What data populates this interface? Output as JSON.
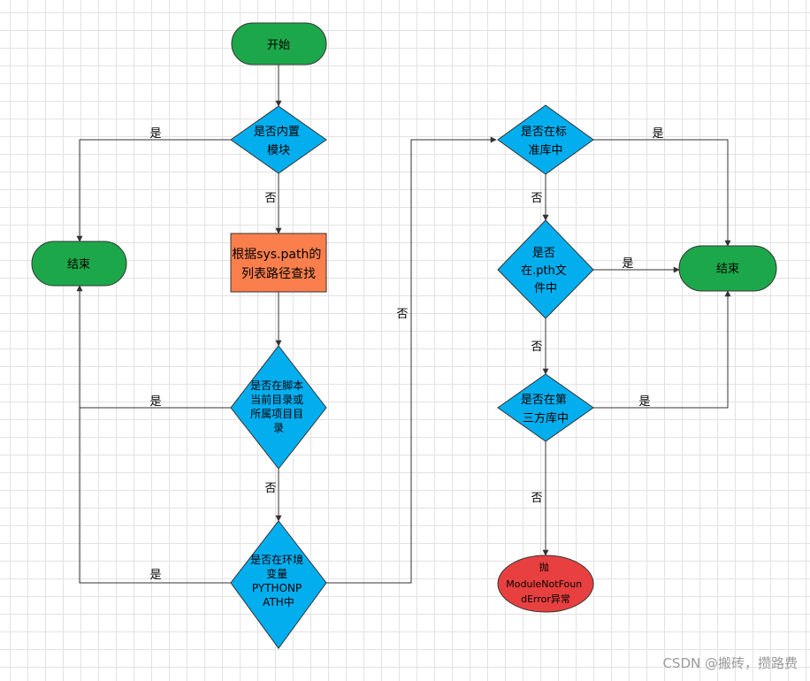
{
  "colors": {
    "terminal_green": "#1ca84a",
    "decision_blue": "#03aeef",
    "process_orange": "#fb7f4d",
    "error_red": "#e84040",
    "stroke": "#333333",
    "edge": "#333333"
  },
  "nodes": {
    "start": [
      "开始"
    ],
    "builtin": [
      "是否内置",
      "模块"
    ],
    "end_left": [
      "结束"
    ],
    "search": [
      "根据sys.path的",
      "列表路径查找"
    ],
    "script_dir": [
      "是否在脚本",
      "当前目录或",
      "所属项目目",
      "录"
    ],
    "pythonpath": [
      "是否在环境",
      "变量",
      "PYTHONP",
      "ATH中"
    ],
    "stdlib": [
      "是否在标",
      "准库中"
    ],
    "pth": [
      "是否",
      "在.pth文",
      "件中"
    ],
    "end_right": [
      "结束"
    ],
    "thirdparty": [
      "是否在第",
      "三方库中"
    ],
    "error": [
      "抛",
      "ModuleNotFoun",
      "dError异常"
    ]
  },
  "edge_labels": {
    "yes": "是",
    "no": "否"
  },
  "watermark": "CSDN @搬砖，攒路费"
}
